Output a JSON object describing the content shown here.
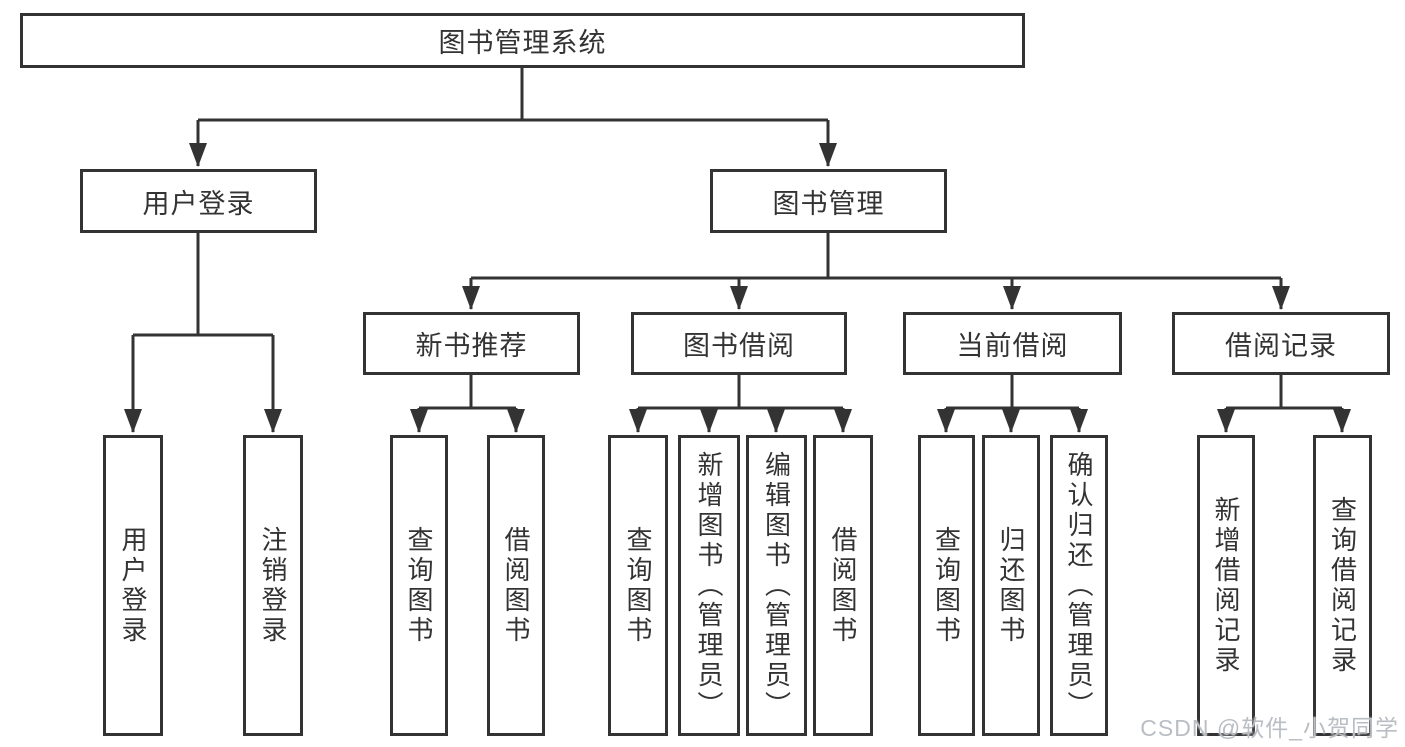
{
  "diagram": {
    "root": {
      "label": "图书管理系统"
    },
    "branches": [
      {
        "label": "用户登录",
        "children": [
          {
            "label": "用户登录"
          },
          {
            "label": "注销登录"
          }
        ]
      },
      {
        "label": "图书管理",
        "sections": [
          {
            "label": "新书推荐",
            "children": [
              {
                "label": "查询图书"
              },
              {
                "label": "借阅图书"
              }
            ]
          },
          {
            "label": "图书借阅",
            "children": [
              {
                "label": "查询图书"
              },
              {
                "label": "新增图书（管理员）"
              },
              {
                "label": "编辑图书（管理员）"
              },
              {
                "label": "借阅图书"
              }
            ]
          },
          {
            "label": "当前借阅",
            "children": [
              {
                "label": "查询图书"
              },
              {
                "label": "归还图书"
              },
              {
                "label": "确认归还（管理员）"
              }
            ]
          },
          {
            "label": "借阅记录",
            "children": [
              {
                "label": "新增借阅记录"
              },
              {
                "label": "查询借阅记录"
              }
            ]
          }
        ]
      }
    ]
  },
  "watermark": {
    "text": "CSDN @软件_小贺同学"
  },
  "colors": {
    "line": "#333333",
    "text": "#333333",
    "watermark": "#b9bec4",
    "background": "#ffffff"
  }
}
